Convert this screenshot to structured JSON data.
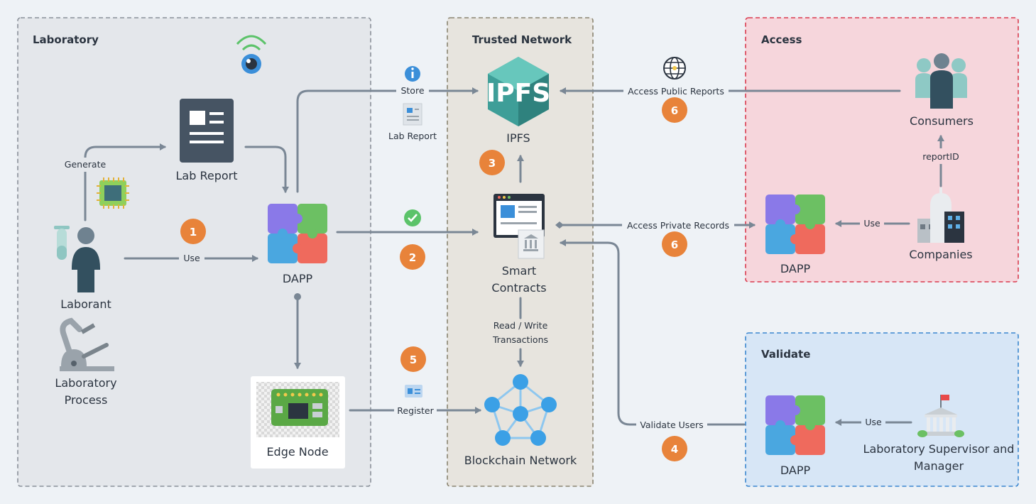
{
  "zones": {
    "laboratory": "Laboratory",
    "trusted": "Trusted Network",
    "access": "Access",
    "validate": "Validate"
  },
  "nodes": {
    "laborant": "Laborant",
    "lab_process_1": "Laboratory",
    "lab_process_2": "Process",
    "lab_report": "Lab Report",
    "dapp_lab": "DAPP",
    "edge_node": "Edge Node",
    "ipfs_logo": "IPFS",
    "ipfs": "IPFS",
    "smart_contracts_1": "Smart",
    "smart_contracts_2": "Contracts",
    "blockchain": "Blockchain Network",
    "consumers": "Consumers",
    "companies": "Companies",
    "dapp_access": "DAPP",
    "dapp_validate": "DAPP",
    "supervisor_1": "Laboratory Supervisor and",
    "supervisor_2": "Manager"
  },
  "edges": {
    "generate": "Generate",
    "use_lab": "Use",
    "store": "Store",
    "lab_report_doc": "Lab Report",
    "rw_1": "Read / Write",
    "rw_2": "Transactions",
    "register": "Register",
    "access_public": "Access Public Reports",
    "access_private": "Access Private Records",
    "use_companies": "Use",
    "report_id": "reportID",
    "validate_users": "Validate Users",
    "use_validate": "Use"
  },
  "steps": [
    "1",
    "2",
    "3",
    "4",
    "5",
    "6",
    "6"
  ],
  "colors": {
    "arrow": "#7a8795",
    "step": "#e8833a",
    "lab_bg": "#e4e7eb",
    "trusted_bg": "#e7e4de",
    "access_bg": "#f6d6dc",
    "validate_bg": "#d7e6f6"
  }
}
